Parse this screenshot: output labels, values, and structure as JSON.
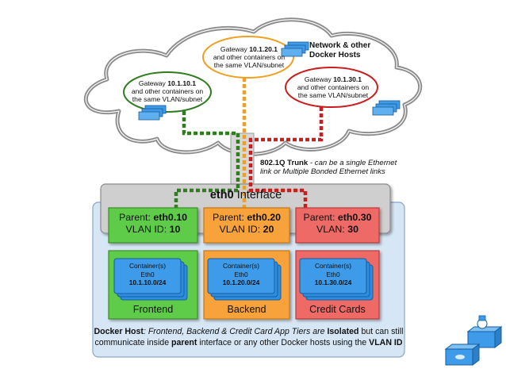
{
  "cloud": {
    "gateways": [
      {
        "prefix": "Gateway ",
        "ip": "10.1.10.1",
        "line2": "and other containers on",
        "line3": "the same VLAN/subnet",
        "color": "#2f7d1f"
      },
      {
        "prefix": "Gateway ",
        "ip": "10.1.20.1",
        "line2": "and other containers on",
        "line3": "the same VLAN/subnet",
        "color": "#f0a020"
      },
      {
        "prefix": "Gateway ",
        "ip": "10.1.30.1",
        "line2": "and other containers on",
        "line3": "the same VLAN/subnet",
        "color": "#c81e1e"
      }
    ],
    "network_label_1": "Network & other",
    "network_label_2": "Docker Hosts"
  },
  "trunk": {
    "bold": "802.1Q Trunk",
    "italic_1": " - can be a single Ethernet",
    "italic_2": "link or Multiple Bonded Ethernet links"
  },
  "interface": {
    "name": "eth0",
    "suffix": " Interface"
  },
  "subinterfaces": [
    {
      "parent_label": "Parent: ",
      "parent_value": "eth0.10",
      "vlan_label": "VLAN ID: ",
      "vlan_value": "10",
      "color": "#5fcc4a",
      "border": "#3c8c2c"
    },
    {
      "parent_label": "Parent: ",
      "parent_value": "eth0.20",
      "vlan_label": "VLAN ID: ",
      "vlan_value": "20",
      "color": "#f7a23a",
      "border": "#c47818"
    },
    {
      "parent_label": "Parent: ",
      "parent_value": "eth0.30",
      "vlan_label": "VLAN: ",
      "vlan_value": "30",
      "color": "#ee6a66",
      "border": "#b83e3a"
    }
  ],
  "containers": [
    {
      "line1": "Container(s)",
      "line2": "Eth0",
      "subnet": "10.1.10.0/24",
      "tier": "Frontend"
    },
    {
      "line1": "Container(s)",
      "line2": "Eth0",
      "subnet": "10.1.20.0/24",
      "tier": "Backend"
    },
    {
      "line1": "Container(s)",
      "line2": "Eth0",
      "subnet": "10.1.30.0/24",
      "tier": "Credit Cards"
    }
  ],
  "docker_host": {
    "b1": "Docker Host",
    "i1": ": Frontend, Backend & Credit Card App Tiers are ",
    "b2": "Isolated",
    "t1": " but can still",
    "t2": "communicate inside ",
    "b3": "parent",
    "t3": " interface or any other Docker hosts using the ",
    "b4": "VLAN ID"
  },
  "colors": {
    "cloud_fill": "#ffffff",
    "cloud_stroke": "#8c8c8c",
    "interface_fill": "#cfcfcf",
    "host_fill": "#d6e6f5",
    "container_fill": "#2d8de0",
    "server_blue": "#3d9be9"
  },
  "icons": [
    "server-stack-icon",
    "whale-icon",
    "docker-container-icon"
  ]
}
